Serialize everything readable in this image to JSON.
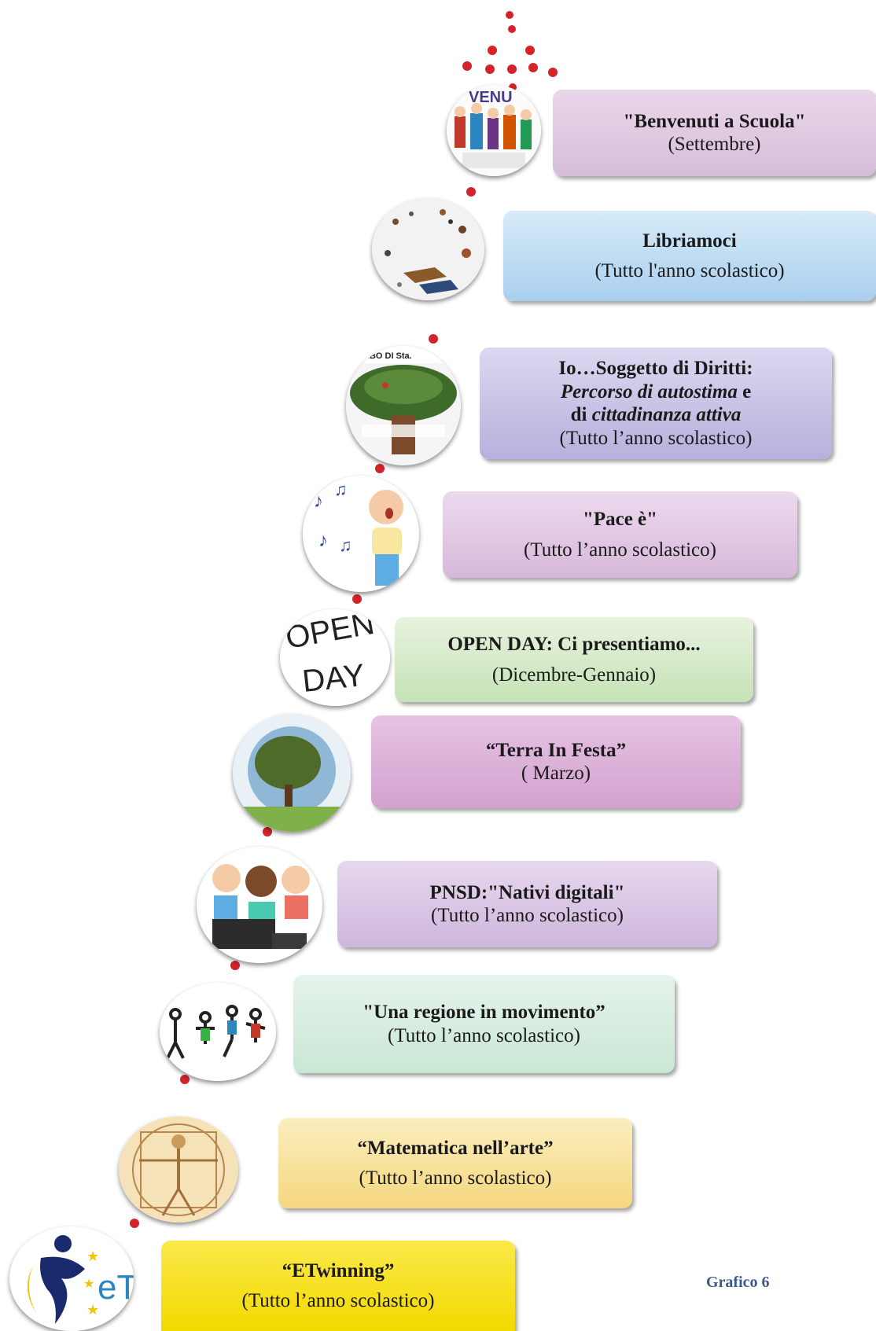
{
  "steps": [
    {
      "title": "\"Benvenuti a Scuola\"",
      "subtitle": "(Settembre)"
    },
    {
      "title": "Libriamoci",
      "subtitle": "(Tutto l'anno scolastico)"
    },
    {
      "title": "Io…Soggetto di Diritti:",
      "line2_italic": "Percorso di autostima",
      "line2_tail": " e",
      "line3_pre": "di ",
      "line3_italic": "cittadinanza attiva",
      "subtitle": "(Tutto l’anno scolastico)"
    },
    {
      "title": "\"Pace è\"",
      "subtitle": "(Tutto l’anno scolastico)"
    },
    {
      "title": "OPEN DAY: Ci presentiamo...",
      "subtitle": "(Dicembre-Gennaio)"
    },
    {
      "title": "“Terra In Festa”",
      "subtitle": "( Marzo)"
    },
    {
      "title": "PNSD:\"Nativi digitali\"",
      "subtitle": "(Tutto l’anno scolastico)"
    },
    {
      "title": "\"Una regione in movimento”",
      "subtitle": "(Tutto l’anno scolastico)"
    },
    {
      "title": "“Matematica nell’arte”",
      "subtitle": "(Tutto l’anno scolastico)"
    },
    {
      "title": "“ETwinning”",
      "subtitle": "(Tutto l’anno scolastico)"
    }
  ],
  "badges": {
    "benvenuti": "VENU",
    "open_day_1": "OPEN",
    "open_day_2": "DAY",
    "etwinning": "eT"
  },
  "caption": "Grafico 6",
  "colors": {
    "accent_dot": "#d3232b",
    "caption": "#3a5a8c"
  }
}
